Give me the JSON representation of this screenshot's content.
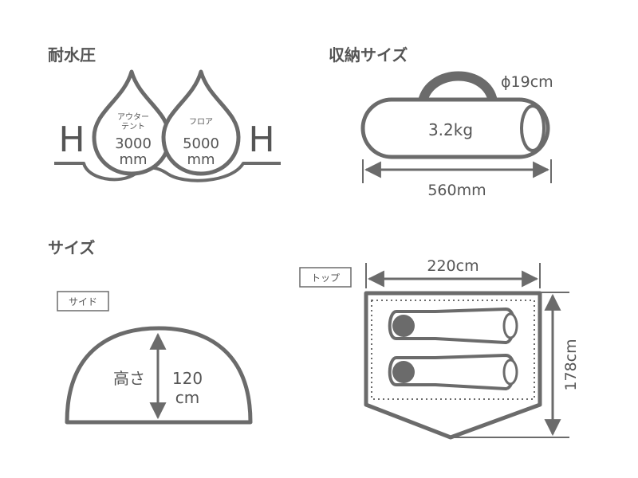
{
  "colors": {
    "stroke": "#6b6b6b",
    "text": "#555555",
    "bag_fill": "#f2f2f2",
    "background": "#ffffff"
  },
  "water_resistance": {
    "title": "耐水圧",
    "side_letter_left": "H",
    "side_letter_right": "H",
    "outer_tent": {
      "label_line1": "アウター",
      "label_line2": "テント",
      "value": "3000",
      "unit": "mm"
    },
    "floor": {
      "label": "フロア",
      "value": "5000",
      "unit": "mm"
    }
  },
  "storage_size": {
    "title": "収納サイズ",
    "diameter": "ϕ19cm",
    "weight": "3.2kg",
    "length": "560mm"
  },
  "size": {
    "title": "サイズ",
    "side_view": {
      "tag": "サイド",
      "height_label": "高さ",
      "height_value": "120",
      "height_unit": "cm"
    },
    "top_view": {
      "tag": "トップ",
      "width": "220cm",
      "depth": "178cm"
    }
  }
}
